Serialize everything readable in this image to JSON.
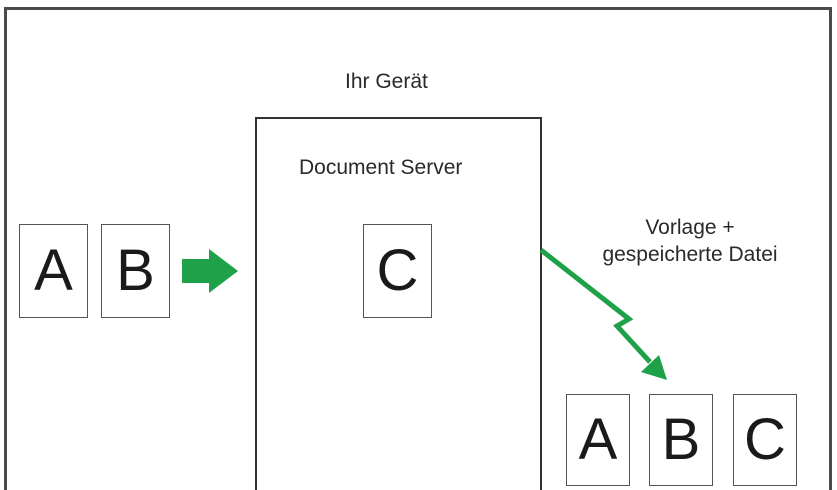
{
  "device": {
    "label": "Ihr Gerät"
  },
  "document_server": {
    "label": "Document Server",
    "stored_sheets": [
      "C"
    ]
  },
  "input": {
    "sheets": [
      "A",
      "B"
    ]
  },
  "output": {
    "label": "Vorlage + gespeicherte Datei",
    "label_line1": "Vorlage +",
    "label_line2": "gespeicherte Datei",
    "sheets": [
      "A",
      "B",
      "C"
    ]
  },
  "colors": {
    "arrow": "#1fa14a",
    "frame": "#4a4a4a",
    "box": "#333333"
  },
  "icons": {
    "input_arrow": "right-arrow-icon",
    "output_arrow": "lightning-arrow-icon"
  }
}
